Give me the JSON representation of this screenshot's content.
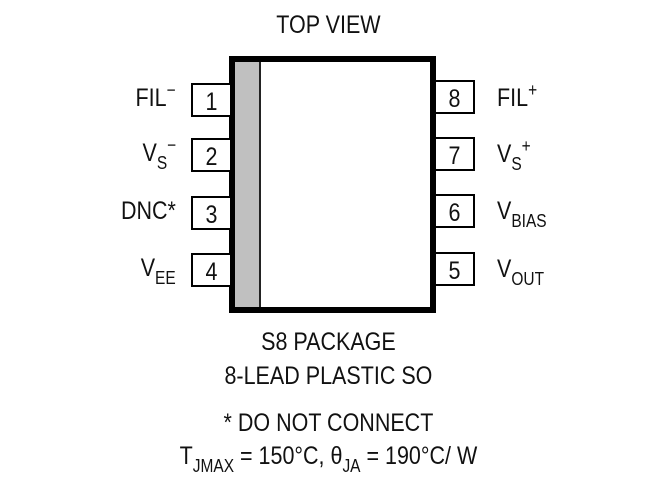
{
  "title": "TOP VIEW",
  "pins_left": [
    {
      "number": "1",
      "label_main": "FIL",
      "label_sub": "",
      "label_sup": "−"
    },
    {
      "number": "2",
      "label_main": "V",
      "label_sub": "S",
      "label_sup": "−"
    },
    {
      "number": "3",
      "label_main": "DNC*",
      "label_sub": "",
      "label_sup": ""
    },
    {
      "number": "4",
      "label_main": "V",
      "label_sub": "EE",
      "label_sup": ""
    }
  ],
  "pins_right": [
    {
      "number": "8",
      "label_main": "FIL",
      "label_sub": "",
      "label_sup": "+"
    },
    {
      "number": "7",
      "label_main": "V",
      "label_sub": "S",
      "label_sup": "+"
    },
    {
      "number": "6",
      "label_main": "V",
      "label_sub": "BIAS",
      "label_sup": ""
    },
    {
      "number": "5",
      "label_main": "V",
      "label_sub": "OUT",
      "label_sup": ""
    }
  ],
  "package": {
    "line1": "S8 PACKAGE",
    "line2": "8-LEAD PLASTIC SO"
  },
  "notes": {
    "dnc": "* DO NOT CONNECT",
    "thermal": {
      "tj_main": "T",
      "tj_sub": "JMAX",
      "tj_value": " = 150°C, ",
      "theta_main": "θ",
      "theta_sub": "JA",
      "theta_value": " = 190°C/ W"
    }
  },
  "colors": {
    "outline": "#000000",
    "pin1_stripe": "#c0c0c0",
    "background": "#ffffff"
  }
}
